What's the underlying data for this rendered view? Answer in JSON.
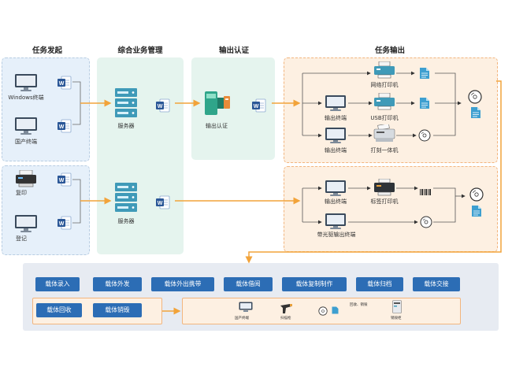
{
  "titles": {
    "initiation": "任务发起",
    "business": "综合业务管理",
    "auth": "输出认证",
    "output": "任务输出"
  },
  "initiation": {
    "windows_terminal": "Windows终端",
    "domestic_terminal": "国产终端",
    "copy": "复印",
    "register": "登记"
  },
  "business": {
    "server_1": "服务器",
    "server_2": "服务器"
  },
  "auth": {
    "label": "输出认证"
  },
  "output": {
    "network_printer": "网络打印机",
    "output_terminal_1": "输出终端",
    "usb_printer": "USB打印机",
    "output_terminal_2": "输出终端",
    "burn_printer": "打刻一体机",
    "output_terminal_3": "输出终端",
    "label_printer": "标签打印机",
    "disc_output_terminal": "带光驱输出终端"
  },
  "carrier_buttons": [
    "载体录入",
    "载体外发",
    "载体外出携带",
    "载体借阅",
    "载体复制制作",
    "载体归档",
    "载体交接"
  ],
  "carrier_buttons_2": [
    "载体回收",
    "载体销毁"
  ],
  "recycle_flow": {
    "domestic_terminal": "国产终端",
    "scanner": "扫描枪",
    "recycle_note": "回收、销毁",
    "destroy_cabinet": "销毁柜"
  },
  "colors": {
    "accent_orange": "#f2a33a",
    "button_blue": "#2c6db5",
    "word_blue": "#2b5797"
  }
}
